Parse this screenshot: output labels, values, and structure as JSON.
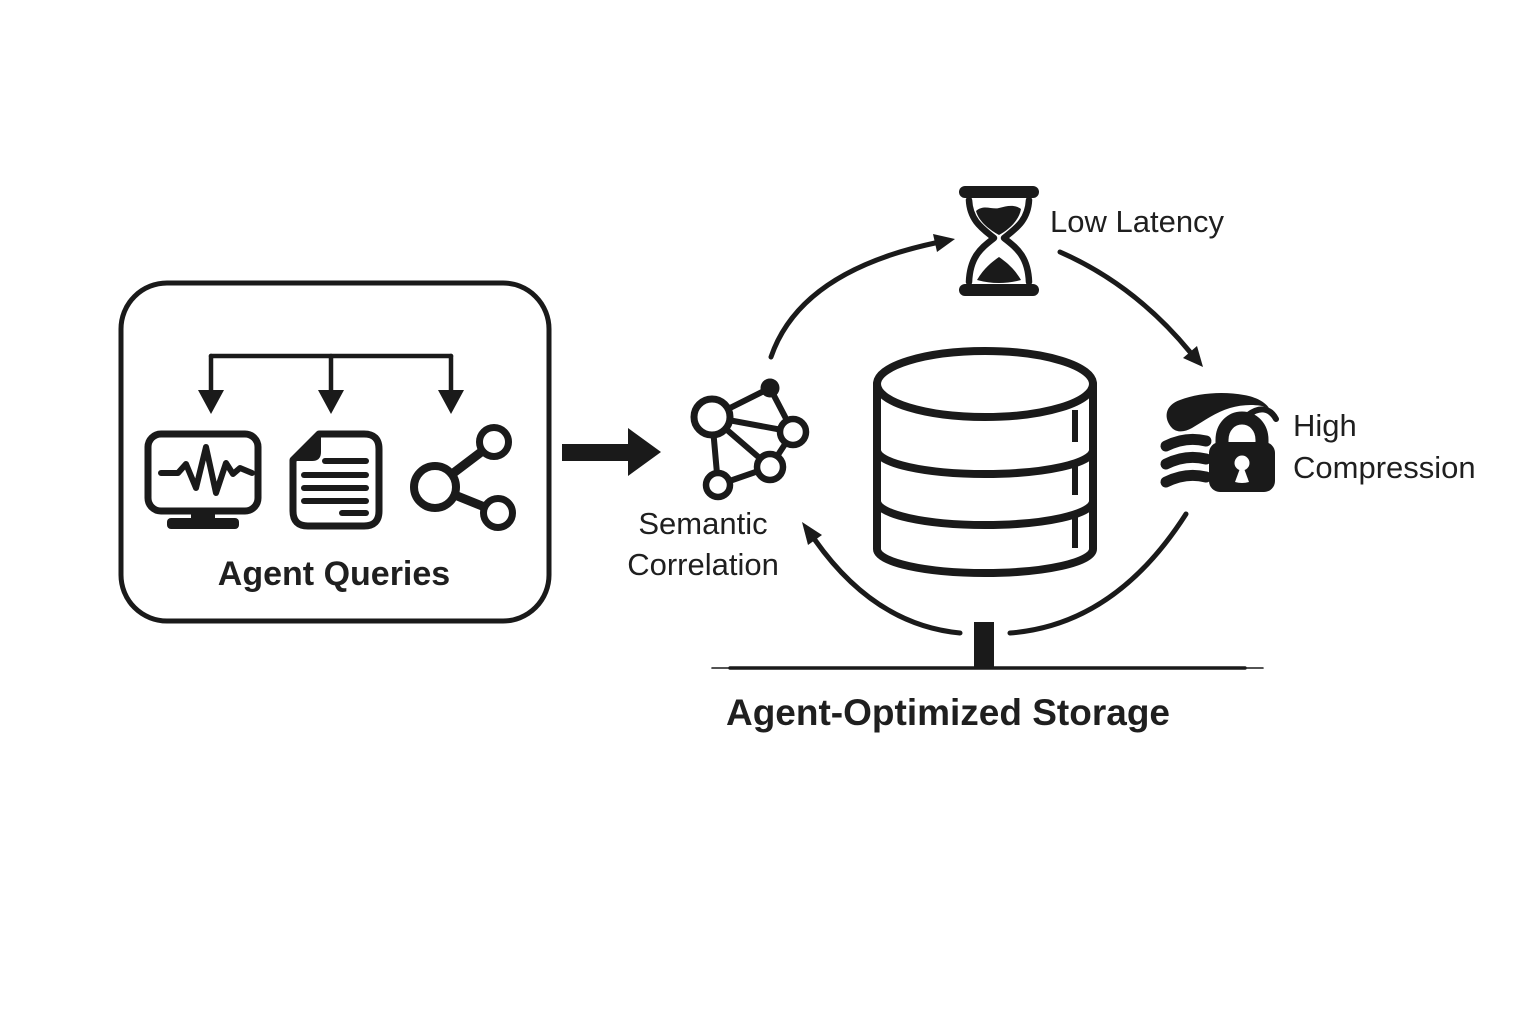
{
  "colors": {
    "background": "#ffffff",
    "ink": "#1a1a1a",
    "text": "#1f1f1f"
  },
  "labels": {
    "agent_queries": "Agent Queries",
    "semantic_correlation": "Semantic\nCorrelation",
    "low_latency": "Low Latency",
    "high_compression": "High\nCompression",
    "storage": "Agent-Optimized Storage"
  },
  "icons": {
    "agent_queries": [
      "monitor-pulse-icon",
      "document-icon",
      "share-network-icon"
    ],
    "semantic_correlation": "graph-network-icon",
    "low_latency": "hourglass-icon",
    "high_compression": "hand-press-lock-icon",
    "storage": "database-icon"
  }
}
